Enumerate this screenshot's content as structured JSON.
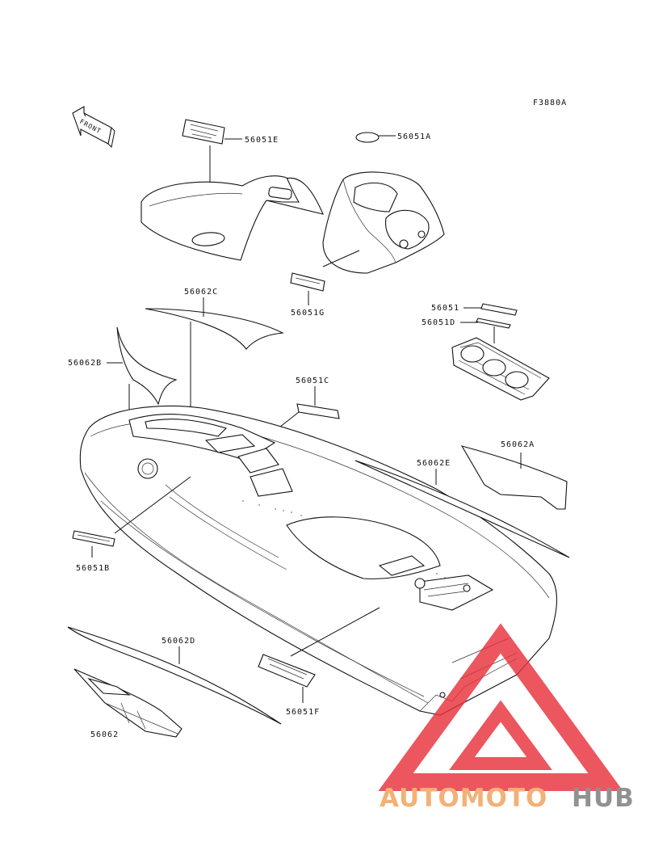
{
  "figure_code": "F3880A",
  "front_label": "FRONT",
  "labels": {
    "p56051E": "56051E",
    "p56051A": "56051A",
    "p56051G": "56051G",
    "p56062C": "56062C",
    "p56051": "56051",
    "p56051D": "56051D",
    "p56062B": "56062B",
    "p56051C": "56051C",
    "p56062A": "56062A",
    "p56062E": "56062E",
    "p56051B": "56051B",
    "p56062D": "56062D",
    "p56051F": "56051F",
    "p56062": "56062"
  },
  "watermark": {
    "part1": "AUTOMOTO",
    "part2": "HUB"
  },
  "colors": {
    "watermark_red": "#e8323c",
    "watermark_orange": "#f0a058",
    "watermark_gray": "#7a7a7a"
  }
}
